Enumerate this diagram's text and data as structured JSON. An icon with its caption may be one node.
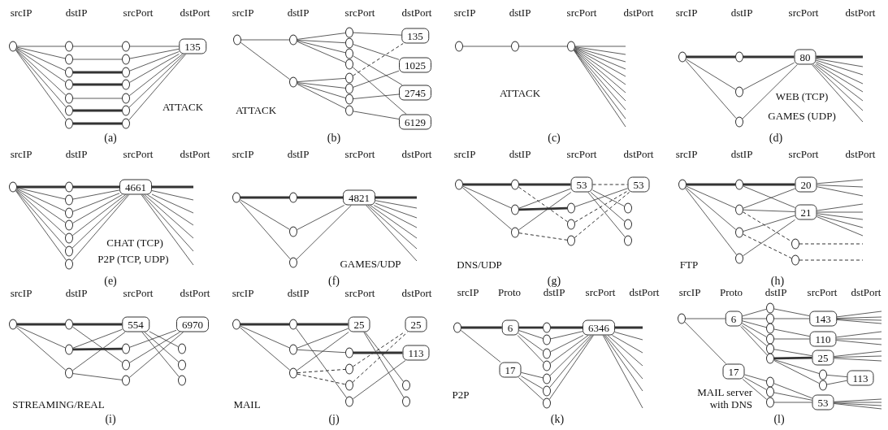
{
  "diagram": {
    "nodes": [
      {
        "text": [],
        "shape": "circle"
      },
      {
        "text": [],
        "shape": "circle"
      },
      {
        "text": [],
        "shape": "circle"
      },
      {
        "text": [],
        "shape": "circle"
      },
      {
        "text": [],
        "shape": "circle"
      },
      {
        "text": [],
        "shape": "circle"
      },
      {
        "text": [],
        "shape": "circle"
      },
      {
        "text": [],
        "shape": "circle"
      },
      {
        "text": [],
        "shape": "circle"
      },
      {
        "text": [],
        "shape": "circle"
      },
      {
        "text": [],
        "shape": "circle"
      },
      {
        "text": [],
        "shape": "circle"
      },
      {
        "text": [],
        "shape": "circle"
      },
      {
        "text": [],
        "shape": "circle"
      },
      {
        "text": [],
        "shape": "circle"
      },
      {
        "text": [
          "135"
        ]
      },
      {
        "text": [],
        "shape": "circle"
      },
      {
        "text": [],
        "shape": "circle"
      },
      {
        "text": [],
        "shape": "circle"
      },
      {
        "text": [],
        "shape": "circle"
      },
      {
        "text": [],
        "shape": "circle"
      },
      {
        "text": [],
        "shape": "circle"
      },
      {
        "text": [],
        "shape": "circle"
      },
      {
        "text": [],
        "shape": "circle"
      },
      {
        "text": [],
        "shape": "circle"
      },
      {
        "text": [],
        "shape": "circle"
      },
      {
        "text": [],
        "shape": "circle"
      },
      {
        "text": [
          "135"
        ]
      },
      {
        "text": [
          "1025"
        ]
      },
      {
        "text": [
          "2745"
        ]
      },
      {
        "text": [
          "6129"
        ]
      },
      {
        "text": [],
        "shape": "circle"
      },
      {
        "text": [],
        "shape": "circle"
      },
      {
        "text": [],
        "shape": "circle"
      },
      {
        "text": [],
        "shape": "circle"
      },
      {
        "text": [],
        "shape": "circle"
      },
      {
        "text": [],
        "shape": "circle"
      },
      {
        "text": [],
        "shape": "circle"
      },
      {
        "text": [
          "80"
        ]
      },
      {
        "text": [],
        "shape": "circle"
      },
      {
        "text": [],
        "shape": "circle"
      },
      {
        "text": [],
        "shape": "circle"
      },
      {
        "text": [],
        "shape": "circle"
      },
      {
        "text": [],
        "shape": "circle"
      },
      {
        "text": [],
        "shape": "circle"
      },
      {
        "text": [],
        "shape": "circle"
      },
      {
        "text": [],
        "shape": "circle"
      },
      {
        "text": [
          "4661"
        ]
      },
      {
        "text": [],
        "shape": "circle"
      },
      {
        "text": [],
        "shape": "circle"
      },
      {
        "text": [],
        "shape": "circle"
      },
      {
        "text": [],
        "shape": "circle"
      },
      {
        "text": [
          "4821"
        ]
      },
      {
        "text": [],
        "shape": "circle"
      },
      {
        "text": [],
        "shape": "circle"
      },
      {
        "text": [],
        "shape": "circle"
      },
      {
        "text": [],
        "shape": "circle"
      },
      {
        "text": [
          "53"
        ]
      },
      {
        "text": [],
        "shape": "circle"
      },
      {
        "text": [],
        "shape": "circle"
      },
      {
        "text": [],
        "shape": "circle"
      },
      {
        "text": [
          "53"
        ]
      },
      {
        "text": [],
        "shape": "circle"
      },
      {
        "text": [],
        "shape": "circle"
      },
      {
        "text": [],
        "shape": "circle"
      },
      {
        "text": [],
        "shape": "circle"
      },
      {
        "text": [],
        "shape": "circle"
      },
      {
        "text": [],
        "shape": "circle"
      },
      {
        "text": [],
        "shape": "circle"
      },
      {
        "text": [],
        "shape": "circle"
      },
      {
        "text": [
          "20"
        ]
      },
      {
        "text": [
          "21"
        ]
      },
      {
        "text": [],
        "shape": "circle"
      },
      {
        "text": [],
        "shape": "circle"
      },
      {
        "text": [],
        "shape": "circle"
      },
      {
        "text": [],
        "shape": "circle"
      },
      {
        "text": [],
        "shape": "circle"
      },
      {
        "text": [],
        "shape": "circle"
      },
      {
        "text": [
          "554"
        ]
      },
      {
        "text": [],
        "shape": "circle"
      },
      {
        "text": [],
        "shape": "circle"
      },
      {
        "text": [],
        "shape": "circle"
      },
      {
        "text": [
          "6970"
        ]
      },
      {
        "text": [],
        "shape": "circle"
      },
      {
        "text": [],
        "shape": "circle"
      },
      {
        "text": [],
        "shape": "circle"
      },
      {
        "text": [],
        "shape": "circle"
      },
      {
        "text": [],
        "shape": "circle"
      },
      {
        "text": [],
        "shape": "circle"
      },
      {
        "text": [],
        "shape": "circle"
      },
      {
        "text": [
          "25"
        ]
      },
      {
        "text": [],
        "shape": "circle"
      },
      {
        "text": [],
        "shape": "circle"
      },
      {
        "text": [],
        "shape": "circle"
      },
      {
        "text": [],
        "shape": "circle"
      },
      {
        "text": [
          "25"
        ]
      },
      {
        "text": [
          "113"
        ]
      },
      {
        "text": [],
        "shape": "circle"
      },
      {
        "text": [],
        "shape": "circle"
      },
      {
        "text": [],
        "shape": "circle"
      },
      {
        "text": [
          "6"
        ]
      },
      {
        "text": [
          "17"
        ]
      },
      {
        "text": [],
        "shape": "circle"
      },
      {
        "text": [],
        "shape": "circle"
      },
      {
        "text": [],
        "shape": "circle"
      },
      {
        "text": [],
        "shape": "circle"
      },
      {
        "text": [],
        "shape": "circle"
      },
      {
        "text": [],
        "shape": "circle"
      },
      {
        "text": [],
        "shape": "circle"
      },
      {
        "text": [
          "6346"
        ]
      },
      {
        "text": [],
        "shape": "circle"
      },
      {
        "text": [
          "6"
        ]
      },
      {
        "text": [
          "17"
        ]
      },
      {
        "text": [],
        "shape": "circle"
      },
      {
        "text": [],
        "shape": "circle"
      },
      {
        "text": [],
        "shape": "circle"
      },
      {
        "text": [],
        "shape": "circle"
      },
      {
        "text": [],
        "shape": "circle"
      },
      {
        "text": [],
        "shape": "circle"
      },
      {
        "text": [],
        "shape": "circle"
      },
      {
        "text": [],
        "shape": "circle"
      },
      {
        "text": [],
        "shape": "circle"
      },
      {
        "text": [
          "143"
        ]
      },
      {
        "text": [
          "110"
        ]
      },
      {
        "text": [
          "25"
        ]
      },
      {
        "text": [],
        "shape": "circle"
      },
      {
        "text": [],
        "shape": "circle"
      },
      {
        "text": [
          "53"
        ]
      },
      {
        "text": [
          "113"
        ]
      }
    ],
    "edges": [
      {
        "from": 0,
        "to": 1,
        "arrow": "none"
      },
      {
        "from": 0,
        "to": 2,
        "arrow": "none"
      },
      {
        "from": 0,
        "to": 3,
        "arrow": "none"
      },
      {
        "from": 0,
        "to": 4,
        "arrow": "none"
      },
      {
        "from": 0,
        "to": 5,
        "arrow": "none"
      },
      {
        "from": 0,
        "to": 6,
        "arrow": "none"
      },
      {
        "from": 0,
        "to": 7,
        "arrow": "none"
      },
      {
        "from": 1,
        "to": 8,
        "arrow": "none"
      },
      {
        "from": 2,
        "to": 9,
        "arrow": "none"
      },
      {
        "from": 3,
        "to": 10,
        "arrow": "none",
        "style": "thick"
      },
      {
        "from": 4,
        "to": 11,
        "arrow": "none",
        "style": "thick"
      },
      {
        "from": 5,
        "to": 12,
        "arrow": "none"
      },
      {
        "from": 6,
        "to": 13,
        "arrow": "none",
        "style": "thick"
      },
      {
        "from": 7,
        "to": 14,
        "arrow": "none",
        "style": "thick"
      },
      {
        "from": 8,
        "to": 15,
        "arrow": "none"
      },
      {
        "from": 9,
        "to": 15,
        "arrow": "none"
      },
      {
        "from": 10,
        "to": 15,
        "arrow": "none"
      },
      {
        "from": 11,
        "to": 15,
        "arrow": "none"
      },
      {
        "from": 12,
        "to": 15,
        "arrow": "none"
      },
      {
        "from": 13,
        "to": 15,
        "arrow": "none"
      },
      {
        "from": 14,
        "to": 15,
        "arrow": "none"
      },
      {
        "from": 16,
        "to": 17,
        "arrow": "none"
      },
      {
        "from": 16,
        "to": 18,
        "arrow": "none"
      },
      {
        "from": 17,
        "to": 19,
        "arrow": "none"
      },
      {
        "from": 17,
        "to": 20,
        "arrow": "none"
      },
      {
        "from": 17,
        "to": 21,
        "arrow": "none"
      },
      {
        "from": 17,
        "to": 22,
        "arrow": "none"
      },
      {
        "from": 18,
        "to": 23,
        "arrow": "none"
      },
      {
        "from": 18,
        "to": 24,
        "arrow": "none"
      },
      {
        "from": 18,
        "to": 25,
        "arrow": "none"
      },
      {
        "from": 18,
        "to": 26,
        "arrow": "none"
      },
      {
        "from": 19,
        "to": 27,
        "arrow": "none"
      },
      {
        "from": 20,
        "to": 28,
        "arrow": "none"
      },
      {
        "from": 21,
        "to": 29,
        "arrow": "none"
      },
      {
        "from": 22,
        "to": 30,
        "arrow": "none"
      },
      {
        "from": 23,
        "to": 27,
        "arrow": "none",
        "style": "dashed"
      },
      {
        "from": 24,
        "to": 28,
        "arrow": "none"
      },
      {
        "from": 25,
        "to": 29,
        "arrow": "none"
      },
      {
        "from": 26,
        "to": 30,
        "arrow": "none"
      },
      {
        "from": 31,
        "to": 32,
        "arrow": "none"
      },
      {
        "from": 32,
        "to": 33,
        "arrow": "none"
      },
      {
        "from": 33,
        "to": null,
        "arrow": "none"
      },
      {
        "from": 33,
        "to": null,
        "arrow": "none"
      },
      {
        "from": 33,
        "to": null,
        "arrow": "none"
      },
      {
        "from": 33,
        "to": null,
        "arrow": "none"
      },
      {
        "from": 33,
        "to": null,
        "arrow": "none"
      },
      {
        "from": 33,
        "to": null,
        "arrow": "none"
      },
      {
        "from": 33,
        "to": null,
        "arrow": "none"
      },
      {
        "from": 33,
        "to": null,
        "arrow": "none"
      },
      {
        "from": 33,
        "to": null,
        "arrow": "none"
      },
      {
        "from": 33,
        "to": null,
        "arrow": "none"
      },
      {
        "from": 33,
        "to": null,
        "arrow": "none"
      },
      {
        "from": 34,
        "to": 35,
        "arrow": "none",
        "style": "thick"
      },
      {
        "from": 34,
        "to": 36,
        "arrow": "none"
      },
      {
        "from": 34,
        "to": 37,
        "arrow": "none"
      },
      {
        "from": 35,
        "to": 38,
        "arrow": "none",
        "style": "thick"
      },
      {
        "from": 36,
        "to": 38,
        "arrow": "none"
      },
      {
        "from": 37,
        "to": 38,
        "arrow": "none"
      },
      {
        "from": 38,
        "to": null,
        "arrow": "none",
        "style": "thick"
      },
      {
        "from": 38,
        "to": null,
        "arrow": "none"
      },
      {
        "from": 38,
        "to": null,
        "arrow": "none"
      },
      {
        "from": 38,
        "to": null,
        "arrow": "none"
      },
      {
        "from": 38,
        "to": null,
        "arrow": "none"
      },
      {
        "from": 38,
        "to": null,
        "arrow": "none"
      },
      {
        "from": 38,
        "to": null,
        "arrow": "none"
      },
      {
        "from": 38,
        "to": null,
        "arrow": "none"
      },
      {
        "from": 39,
        "to": 40,
        "arrow": "none",
        "style": "thick"
      },
      {
        "from": 39,
        "to": 41,
        "arrow": "none"
      },
      {
        "from": 39,
        "to": 42,
        "arrow": "none"
      },
      {
        "from": 39,
        "to": 43,
        "arrow": "none"
      },
      {
        "from": 39,
        "to": 44,
        "arrow": "none"
      },
      {
        "from": 39,
        "to": 45,
        "arrow": "none"
      },
      {
        "from": 39,
        "to": 46,
        "arrow": "none"
      },
      {
        "from": 40,
        "to": 47,
        "arrow": "none",
        "style": "thick"
      },
      {
        "from": 41,
        "to": 47,
        "arrow": "none"
      },
      {
        "from": 42,
        "to": 47,
        "arrow": "none"
      },
      {
        "from": 43,
        "to": 47,
        "arrow": "none"
      },
      {
        "from": 44,
        "to": 47,
        "arrow": "none"
      },
      {
        "from": 45,
        "to": 47,
        "arrow": "none"
      },
      {
        "from": 46,
        "to": 47,
        "arrow": "none"
      },
      {
        "from": 47,
        "to": null,
        "arrow": "none",
        "style": "thick"
      },
      {
        "from": 47,
        "to": null,
        "arrow": "none"
      },
      {
        "from": 47,
        "to": null,
        "arrow": "none"
      },
      {
        "from": 47,
        "to": null,
        "arrow": "none"
      },
      {
        "from": 47,
        "to": null,
        "arrow": "none"
      },
      {
        "from": 47,
        "to": null,
        "arrow": "none"
      },
      {
        "from": 47,
        "to": null,
        "arrow": "none"
      },
      {
        "from": 48,
        "to": 49,
        "arrow": "none",
        "style": "thick"
      },
      {
        "from": 48,
        "to": 50,
        "arrow": "none"
      },
      {
        "from": 48,
        "to": 51,
        "arrow": "none"
      },
      {
        "from": 49,
        "to": 52,
        "arrow": "none",
        "style": "thick"
      },
      {
        "from": 50,
        "to": 52,
        "arrow": "none"
      },
      {
        "from": 51,
        "to": 52,
        "arrow": "none"
      },
      {
        "from": 52,
        "to": null,
        "arrow": "none",
        "style": "thick"
      },
      {
        "from": 52,
        "to": null,
        "arrow": "none"
      },
      {
        "from": 52,
        "to": null,
        "arrow": "none"
      },
      {
        "from": 52,
        "to": null,
        "arrow": "none"
      },
      {
        "from": 52,
        "to": null,
        "arrow": "none"
      },
      {
        "from": 52,
        "to": null,
        "arrow": "none"
      },
      {
        "from": 52,
        "to": null,
        "arrow": "none"
      },
      {
        "from": 53,
        "to": 54,
        "arrow": "none",
        "style": "thick"
      },
      {
        "from": 53,
        "to": 55,
        "arrow": "none"
      },
      {
        "from": 53,
        "to": 56,
        "arrow": "none"
      },
      {
        "from": 54,
        "to": 57,
        "arrow": "none",
        "style": "thick"
      },
      {
        "from": 54,
        "to": 59,
        "arrow": "none",
        "style": "dashed"
      },
      {
        "from": 55,
        "to": 57,
        "arrow": "none"
      },
      {
        "from": 55,
        "to": 58,
        "arrow": "none",
        "style": "thick"
      },
      {
        "from": 56,
        "to": 57,
        "arrow": "none"
      },
      {
        "from": 56,
        "to": 60,
        "arrow": "none",
        "style": "dashed"
      },
      {
        "from": 57,
        "to": 61,
        "arrow": "none",
        "style": "dashed"
      },
      {
        "from": 58,
        "to": 61,
        "arrow": "none"
      },
      {
        "from": 59,
        "to": 61,
        "arrow": "none",
        "style": "dashed"
      },
      {
        "from": 60,
        "to": 61,
        "arrow": "none",
        "style": "dashed"
      },
      {
        "from": 57,
        "to": 62,
        "arrow": "none"
      },
      {
        "from": 57,
        "to": 63,
        "arrow": "none"
      },
      {
        "from": 57,
        "to": 64,
        "arrow": "none"
      },
      {
        "from": 65,
        "to": 66,
        "arrow": "none",
        "style": "thick"
      },
      {
        "from": 65,
        "to": 67,
        "arrow": "none"
      },
      {
        "from": 65,
        "to": 68,
        "arrow": "none"
      },
      {
        "from": 65,
        "to": 69,
        "arrow": "none"
      },
      {
        "from": 66,
        "to": 70,
        "arrow": "none",
        "style": "thick"
      },
      {
        "from": 66,
        "to": 71,
        "arrow": "none"
      },
      {
        "from": 67,
        "to": 70,
        "arrow": "none"
      },
      {
        "from": 67,
        "to": 71,
        "arrow": "none"
      },
      {
        "from": 67,
        "to": 72,
        "arrow": "none",
        "style": "dashed"
      },
      {
        "from": 68,
        "to": 71,
        "arrow": "none"
      },
      {
        "from": 68,
        "to": 73,
        "arrow": "none",
        "style": "dashed"
      },
      {
        "from": 69,
        "to": 71,
        "arrow": "none"
      },
      {
        "from": 70,
        "to": null,
        "arrow": "none"
      },
      {
        "from": 70,
        "to": null,
        "arrow": "none"
      },
      {
        "from": 70,
        "to": null,
        "arrow": "none"
      },
      {
        "from": 71,
        "to": null,
        "arrow": "none"
      },
      {
        "from": 71,
        "to": null,
        "arrow": "none"
      },
      {
        "from": 71,
        "to": null,
        "arrow": "none"
      },
      {
        "from": 71,
        "to": null,
        "arrow": "none"
      },
      {
        "from": 71,
        "to": null,
        "arrow": "none"
      },
      {
        "from": 72,
        "to": null,
        "arrow": "none",
        "style": "dashed"
      },
      {
        "from": 73,
        "to": null,
        "arrow": "none",
        "style": "dashed"
      },
      {
        "from": 74,
        "to": 75,
        "arrow": "none",
        "style": "thick"
      },
      {
        "from": 74,
        "to": 76,
        "arrow": "none"
      },
      {
        "from": 74,
        "to": 77,
        "arrow": "none"
      },
      {
        "from": 75,
        "to": 78,
        "arrow": "none",
        "style": "thick"
      },
      {
        "from": 75,
        "to": 80,
        "arrow": "none"
      },
      {
        "from": 76,
        "to": 78,
        "arrow": "none"
      },
      {
        "from": 76,
        "to": 79,
        "arrow": "none",
        "style": "thick"
      },
      {
        "from": 77,
        "to": 78,
        "arrow": "none"
      },
      {
        "from": 77,
        "to": 81,
        "arrow": "none"
      },
      {
        "from": 78,
        "to": 83,
        "arrow": "none"
      },
      {
        "from": 78,
        "to": 84,
        "arrow": "none"
      },
      {
        "from": 78,
        "to": 85,
        "arrow": "none"
      },
      {
        "from": 79,
        "to": 82,
        "arrow": "none"
      },
      {
        "from": 80,
        "to": 82,
        "arrow": "none"
      },
      {
        "from": 81,
        "to": 82,
        "arrow": "none"
      },
      {
        "from": 86,
        "to": 87,
        "arrow": "none",
        "style": "thick"
      },
      {
        "from": 86,
        "to": 88,
        "arrow": "none"
      },
      {
        "from": 86,
        "to": 89,
        "arrow": "none"
      },
      {
        "from": 87,
        "to": 90,
        "arrow": "none",
        "style": "thick"
      },
      {
        "from": 87,
        "to": 94,
        "arrow": "none"
      },
      {
        "from": 88,
        "to": 90,
        "arrow": "none"
      },
      {
        "from": 88,
        "to": 91,
        "arrow": "none"
      },
      {
        "from": 89,
        "to": 90,
        "arrow": "none"
      },
      {
        "from": 89,
        "to": 92,
        "arrow": "none",
        "style": "dashed"
      },
      {
        "from": 89,
        "to": 93,
        "arrow": "none",
        "style": "dashed"
      },
      {
        "from": 91,
        "to": 96,
        "arrow": "none",
        "style": "thick"
      },
      {
        "from": 92,
        "to": 95,
        "arrow": "none",
        "style": "dashed"
      },
      {
        "from": 93,
        "to": 95,
        "arrow": "none",
        "style": "dashed"
      },
      {
        "from": 94,
        "to": 96,
        "arrow": "none"
      },
      {
        "from": 90,
        "to": 97,
        "arrow": "none"
      },
      {
        "from": 90,
        "to": 98,
        "arrow": "none"
      },
      {
        "from": 99,
        "to": 100,
        "arrow": "none",
        "style": "thick"
      },
      {
        "from": 99,
        "to": 101,
        "arrow": "none"
      },
      {
        "from": 100,
        "to": 102,
        "arrow": "none",
        "style": "thick"
      },
      {
        "from": 100,
        "to": 103,
        "arrow": "none"
      },
      {
        "from": 100,
        "to": 104,
        "arrow": "none"
      },
      {
        "from": 100,
        "to": 105,
        "arrow": "none"
      },
      {
        "from": 101,
        "to": 106,
        "arrow": "none"
      },
      {
        "from": 101,
        "to": 107,
        "arrow": "none"
      },
      {
        "from": 101,
        "to": 108,
        "arrow": "none"
      },
      {
        "from": 102,
        "to": 109,
        "arrow": "none",
        "style": "thick"
      },
      {
        "from": 103,
        "to": 109,
        "arrow": "none"
      },
      {
        "from": 104,
        "to": 109,
        "arrow": "none"
      },
      {
        "from": 105,
        "to": 109,
        "arrow": "none"
      },
      {
        "from": 106,
        "to": 109,
        "arrow": "none"
      },
      {
        "from": 107,
        "to": 109,
        "arrow": "none"
      },
      {
        "from": 108,
        "to": 109,
        "arrow": "none"
      },
      {
        "from": 109,
        "to": null,
        "arrow": "none",
        "style": "thick"
      },
      {
        "from": 109,
        "to": null,
        "arrow": "none"
      },
      {
        "from": 109,
        "to": null,
        "arrow": "none"
      },
      {
        "from": 109,
        "to": null,
        "arrow": "none"
      },
      {
        "from": 109,
        "to": null,
        "arrow": "none"
      },
      {
        "from": 109,
        "to": null,
        "arrow": "none"
      },
      {
        "from": 109,
        "to": null,
        "arrow": "none"
      },
      {
        "from": 110,
        "to": 111,
        "arrow": "none"
      },
      {
        "from": 110,
        "to": 112,
        "arrow": "none"
      },
      {
        "from": 111,
        "to": 113,
        "arrow": "none"
      },
      {
        "from": 111,
        "to": 114,
        "arrow": "none"
      },
      {
        "from": 111,
        "to": 115,
        "arrow": "none"
      },
      {
        "from": 111,
        "to": 116,
        "arrow": "none"
      },
      {
        "from": 111,
        "to": 117,
        "arrow": "none"
      },
      {
        "from": 111,
        "to": 118,
        "arrow": "none"
      },
      {
        "from": 112,
        "to": 119,
        "arrow": "none"
      },
      {
        "from": 112,
        "to": 120,
        "arrow": "none"
      },
      {
        "from": 112,
        "to": 121,
        "arrow": "none"
      },
      {
        "from": 113,
        "to": 122,
        "arrow": "none"
      },
      {
        "from": 114,
        "to": 122,
        "arrow": "none"
      },
      {
        "from": 115,
        "to": 123,
        "arrow": "none"
      },
      {
        "from": 116,
        "to": 123,
        "arrow": "none"
      },
      {
        "from": 117,
        "to": 124,
        "arrow": "none"
      },
      {
        "from": 118,
        "to": 124,
        "arrow": "none",
        "style": "thick"
      },
      {
        "from": 118,
        "to": 125,
        "arrow": "none"
      },
      {
        "from": 118,
        "to": 126,
        "arrow": "none"
      },
      {
        "from": 119,
        "to": 127,
        "arrow": "none"
      },
      {
        "from": 120,
        "to": 127,
        "arrow": "none"
      },
      {
        "from": 121,
        "to": 127,
        "arrow": "none"
      },
      {
        "from": 125,
        "to": 128,
        "arrow": "none"
      },
      {
        "from": 126,
        "to": 128,
        "arrow": "none"
      },
      {
        "from": 122,
        "to": null,
        "arrow": "none"
      },
      {
        "from": 122,
        "to": null,
        "arrow": "none"
      },
      {
        "from": 122,
        "to": null,
        "arrow": "none"
      },
      {
        "from": 122,
        "to": null,
        "arrow": "none"
      },
      {
        "from": 123,
        "to": null,
        "arrow": "none"
      },
      {
        "from": 123,
        "to": null,
        "arrow": "none"
      },
      {
        "from": 123,
        "to": null,
        "arrow": "none"
      },
      {
        "from": 124,
        "to": null,
        "arrow": "none"
      },
      {
        "from": 124,
        "to": null,
        "arrow": "none"
      },
      {
        "from": 124,
        "to": null,
        "arrow": "none"
      },
      {
        "from": 127,
        "to": null,
        "arrow": "none"
      },
      {
        "from": 127,
        "to": null,
        "arrow": "none"
      },
      {
        "from": 127,
        "to": null,
        "arrow": "none"
      },
      {
        "from": 127,
        "to": null,
        "arrow": "none"
      }
    ],
    "labels": [
      "srcIP",
      "dstIP",
      "srcPort",
      "dstPort",
      "ATTACK",
      "(a)",
      "srcIP",
      "dstIP",
      "srcPort",
      "dstPort",
      "ATTACK",
      "(b)",
      "srcIP",
      "dstIP",
      "srcPort",
      "dstPort",
      "ATTACK",
      "(c)",
      "srcIP",
      "dstIP",
      "srcPort",
      "dstPort",
      "WEB (TCP)",
      "GAMES (UDP)",
      "(d)",
      "srcIP",
      "dstIP",
      "srcPort",
      "dstPort",
      "CHAT (TCP)",
      "P2P (TCP, UDP)",
      "(e)",
      "srcIP",
      "dstIP",
      "srcPort",
      "dstPort",
      "GAMES/UDP",
      "(f)",
      "srcIP",
      "dstIP",
      "srcPort",
      "dstPort",
      "DNS/UDP",
      "(g)",
      "srcIP",
      "dstIP",
      "srcPort",
      "dstPort",
      "FTP",
      "(h)",
      "srcIP",
      "dstIP",
      "srcPort",
      "dstPort",
      "STREAMING/REAL",
      "(i)",
      "srcIP",
      "dstIP",
      "srcPort",
      "dstPort",
      "MAIL",
      "(j)",
      "srcIP",
      "Proto",
      "dstIP",
      "srcPort",
      "dstPort",
      "P2P",
      "(k)",
      "srcIP",
      "Proto",
      "dstIP",
      "srcPort",
      "dstPort",
      "MAIL server with DNS",
      "(l)"
    ]
  }
}
